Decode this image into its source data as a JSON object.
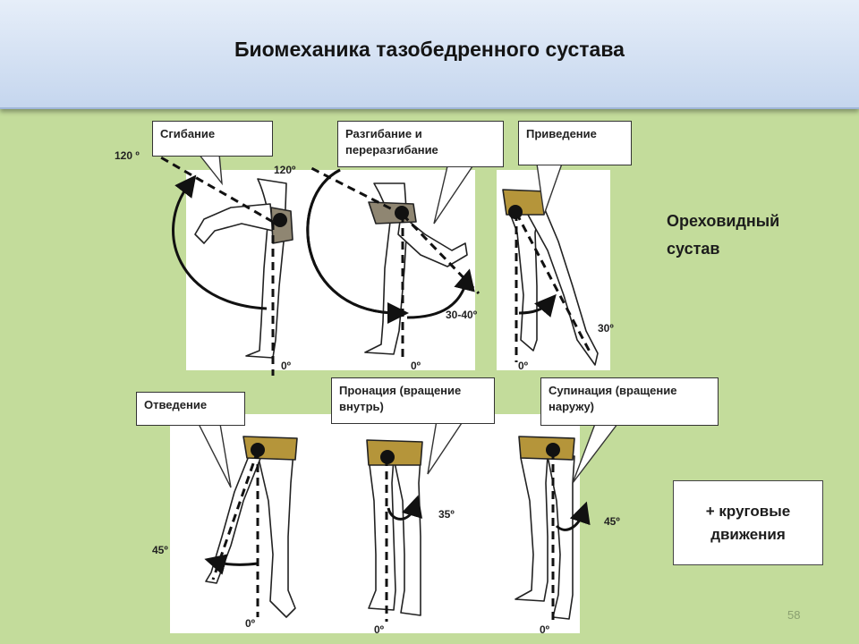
{
  "title": "Биомеханика тазобедренного сустава",
  "joint_type": "Ореховидный сустав",
  "extra_movements": "+ круговые движения",
  "page_number": "58",
  "colors": {
    "background": "#c3dc9b",
    "shorts": "#b5953a",
    "header": "#d4e1f3"
  },
  "movements": [
    {
      "id": "flexion",
      "label": "Сгибание",
      "angle": "120 º",
      "zero": "0º"
    },
    {
      "id": "extension",
      "label": "Разгибание и переразгибание",
      "angle_flex": "120º",
      "angle": "30-40º",
      "zero": "0º"
    },
    {
      "id": "adduction",
      "label": "Приведение",
      "angle": "30º",
      "zero": "0º"
    },
    {
      "id": "abduction",
      "label": "Отведение",
      "angle": "45º",
      "zero": "0º"
    },
    {
      "id": "pronation",
      "label": "Пронация (вращение внутрь)",
      "angle": "35º",
      "zero": "0º"
    },
    {
      "id": "supination",
      "label": "Супинация (вращение наружу)",
      "angle": "45º",
      "zero": "0º"
    }
  ]
}
